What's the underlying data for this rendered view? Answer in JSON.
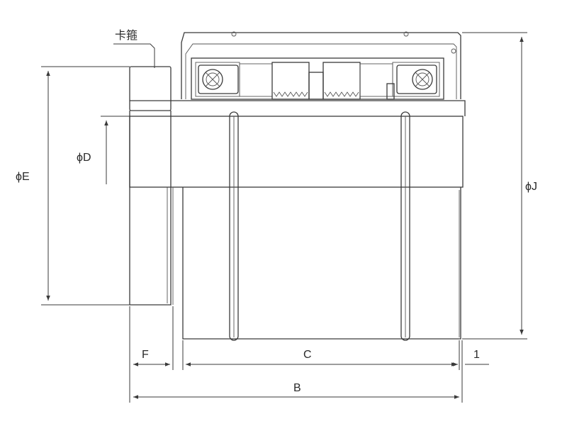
{
  "labels": {
    "collar": "卡箍",
    "phi_D": "ϕD",
    "phi_E": "ϕE",
    "phi_J": "ϕJ",
    "dim_F": "F",
    "dim_C": "C",
    "dim_1": "1",
    "dim_B": "B"
  },
  "colors": {
    "line": "#3a3a3a",
    "background": "#ffffff"
  }
}
